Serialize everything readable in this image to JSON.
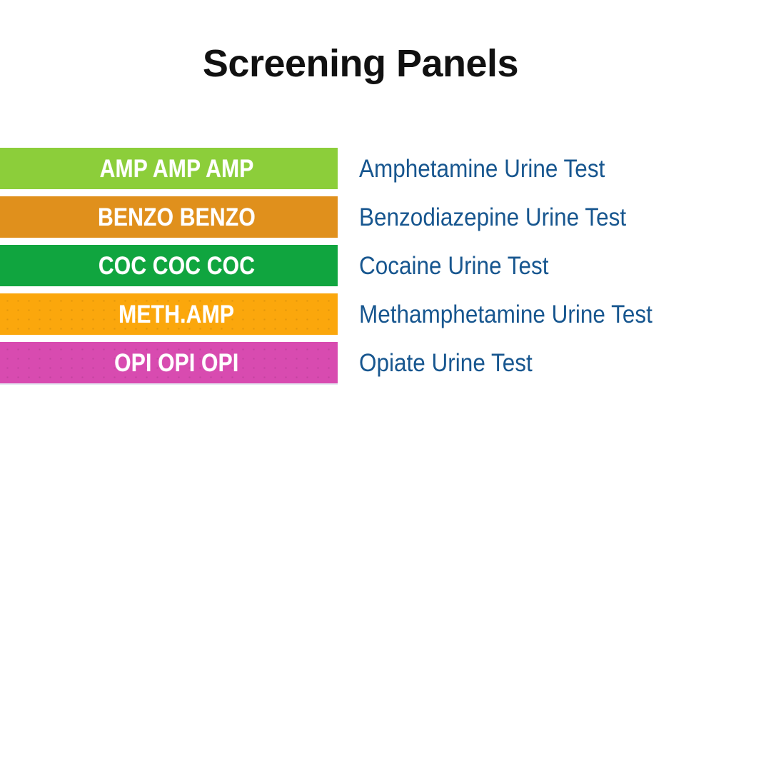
{
  "document": {
    "title": "Screening Panels"
  },
  "panels": {
    "rows": [
      {
        "code": "AMP AMP AMP",
        "description": "Amphetamine Urine Test",
        "color": "#8CCE3A",
        "textured": false,
        "name": "amphetamine"
      },
      {
        "code": "BENZO BENZO",
        "description": "Benzodiazepine Urine Test",
        "color": "#E0901C",
        "textured": false,
        "name": "benzodiazepine"
      },
      {
        "code": "COC COC COC",
        "description": "Cocaine Urine Test",
        "color": "#10A53F",
        "textured": false,
        "name": "cocaine"
      },
      {
        "code": "METH.AMP",
        "description": "Methamphetamine Urine Test",
        "color": "#FBA70C",
        "textured": true,
        "name": "methamphetamine"
      },
      {
        "code": "OPI OPI OPI",
        "description": "Opiate Urine Test",
        "color": "#D84BB0",
        "textured": true,
        "name": "opiate"
      }
    ]
  }
}
